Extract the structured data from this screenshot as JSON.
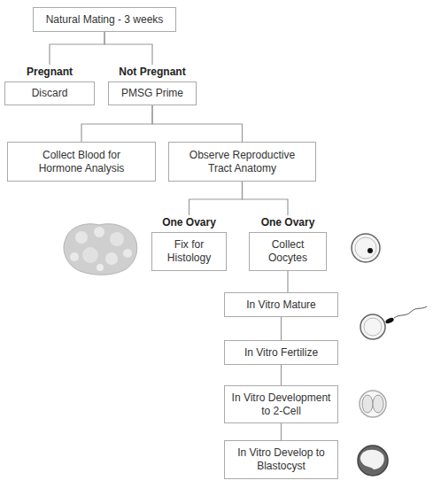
{
  "diagram": {
    "nodes": [
      {
        "text": [
          "Natural Mating - 3 weeks"
        ]
      },
      {
        "text": [
          "Pregnant",
          "Discard"
        ]
      },
      {
        "text": [
          "Not Pregnant",
          "PMSG Prime"
        ]
      },
      {
        "text": [
          "Collect Blood for Hormone Analysis"
        ]
      },
      {
        "text": [
          "Observe Reproductive Tract Anatomy"
        ]
      },
      {
        "text": [
          "One Ovary",
          "Fix for Histology"
        ]
      },
      {
        "text": [
          "One Ovary",
          "Collect Oocytes"
        ]
      },
      {
        "text": [
          "In Vitro Mature"
        ]
      },
      {
        "text": [
          "In Vitro Fertilize"
        ]
      },
      {
        "text": [
          "In Vitro Development to 2-Cell"
        ]
      },
      {
        "text": [
          "In Vitro Develop to Blastocyst"
        ]
      }
    ],
    "edges": [
      {
        "from": 0,
        "to": 1,
        "arrow": "none"
      },
      {
        "from": 0,
        "to": 2,
        "arrow": "none"
      },
      {
        "from": 2,
        "to": 3,
        "arrow": "none"
      },
      {
        "from": 2,
        "to": 4,
        "arrow": "none"
      },
      {
        "from": 4,
        "to": 5,
        "arrow": "none"
      },
      {
        "from": 4,
        "to": 6,
        "arrow": "none"
      },
      {
        "from": 6,
        "to": 7,
        "arrow": "none"
      },
      {
        "from": 7,
        "to": 8,
        "arrow": "none"
      },
      {
        "from": 8,
        "to": 9,
        "arrow": "none"
      },
      {
        "from": 9,
        "to": 10,
        "arrow": "none"
      }
    ]
  }
}
